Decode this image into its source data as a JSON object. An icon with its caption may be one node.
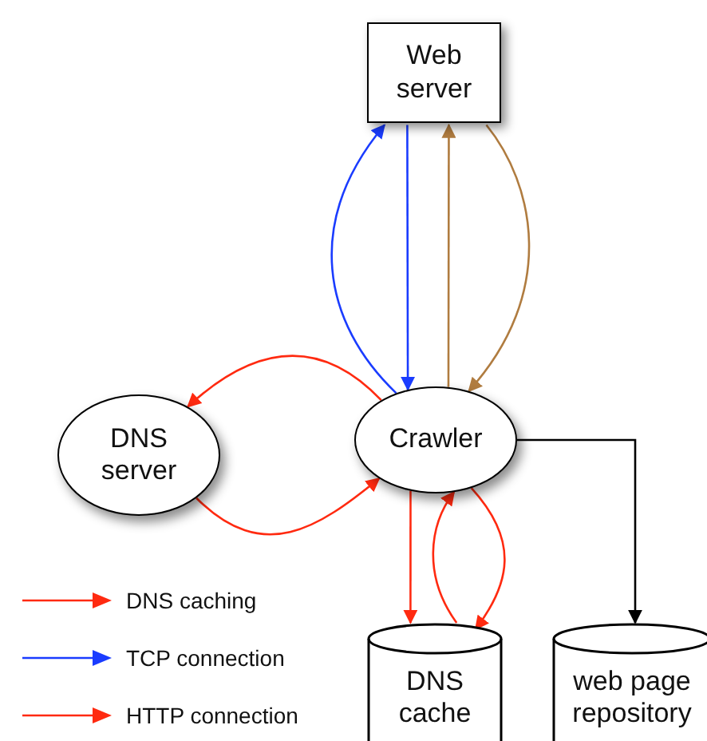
{
  "diagram": {
    "nodes": [
      {
        "text": [
          "Web server"
        ]
      },
      {
        "text": [
          "DNS server"
        ]
      },
      {
        "text": [
          "Crawler"
        ]
      },
      {
        "text": [
          "DNS cache"
        ]
      },
      {
        "text": [
          "web page repository"
        ]
      }
    ],
    "edges": [
      {
        "from": 2,
        "to": 0,
        "arrow": "to",
        "color": "#1a3cff"
      },
      {
        "from": 0,
        "to": 2,
        "arrow": "to",
        "color": "#1a3cff"
      },
      {
        "from": 2,
        "to": 0,
        "arrow": "to",
        "color": "#b07c40"
      },
      {
        "from": 0,
        "to": 2,
        "arrow": "to",
        "color": "#b07c40"
      },
      {
        "from": 2,
        "to": 1,
        "arrow": "to"
      },
      {
        "from": 1,
        "to": 2,
        "arrow": "to"
      },
      {
        "from": 2,
        "to": 3,
        "arrow": "to"
      },
      {
        "from": 3,
        "to": 2,
        "arrow": "to"
      },
      {
        "from": 2,
        "to": 3,
        "arrow": "to"
      },
      {
        "from": 2,
        "to": 4,
        "arrow": "to",
        "color": "#000000"
      }
    ],
    "legend": [
      {
        "text": "DNS caching",
        "color": "#ff2a10"
      },
      {
        "text": "TCP connection",
        "color": "#1a3cff"
      },
      {
        "text": "HTTP connection",
        "color": "#ff2a10"
      }
    ]
  }
}
